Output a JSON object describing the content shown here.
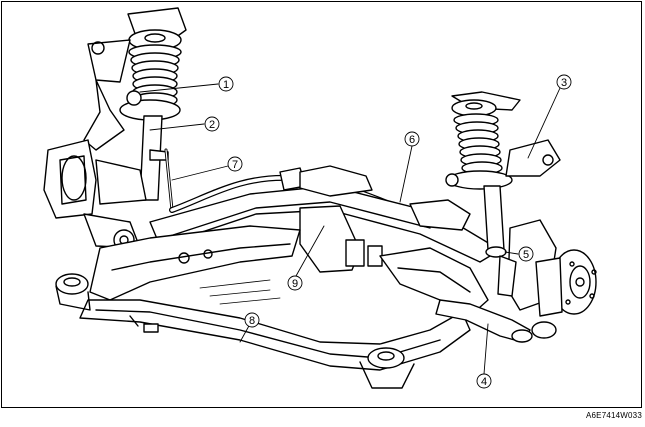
{
  "figure": {
    "code": "A6E7414W033",
    "callouts": [
      "1",
      "2",
      "3",
      "4",
      "5",
      "6",
      "7",
      "8",
      "9"
    ]
  },
  "colors": {
    "line": "#000000",
    "background": "#ffffff"
  }
}
